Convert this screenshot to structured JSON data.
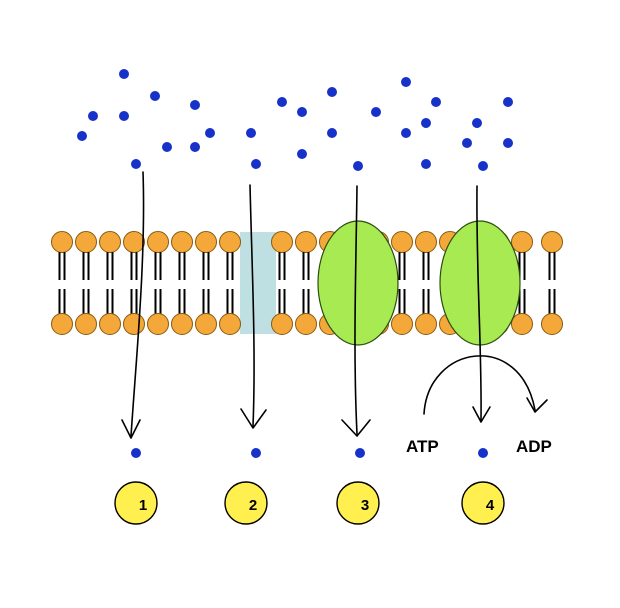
{
  "colors": {
    "particle": "#1732c9",
    "phospholipid_head": "#f5a83a",
    "phospholipid_tail": "#000000",
    "channel": "#bfe0e3",
    "carrier_protein": "#a8ea52",
    "marker": "#ffef4f",
    "background": "#ffffff"
  },
  "energy": {
    "atp_label": "ATP",
    "adp_label": "ADP"
  },
  "markers": [
    {
      "label": "1"
    },
    {
      "label": "2"
    },
    {
      "label": "3"
    },
    {
      "label": "4"
    }
  ]
}
